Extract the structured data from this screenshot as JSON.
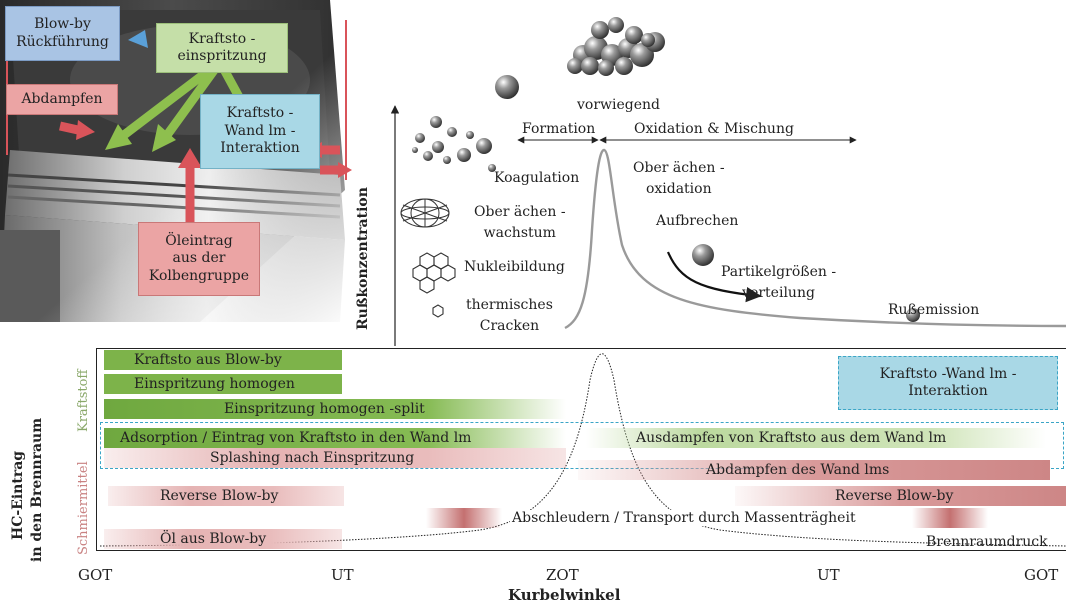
{
  "piston_labels": {
    "blowby": "Blow-by\nRückführung",
    "fuel_injection": "Kraftsto -\neinspritzung",
    "evaporate": "Abdampfen",
    "fuel_wall": "Kraftsto -\nWand lm -\nInteraktion",
    "oil_entry": "Öleintrag\naus der\nKolbengruppe"
  },
  "soot": {
    "y_axis_label": "Rußkonzentration",
    "vorwiegend": "vorwiegend",
    "formation": "Formation",
    "oxidation_mixing": "Oxidation & Mischung",
    "koagulation": "Koagulation",
    "oberflaechenwachstum": "Ober ächen -\nwachstum",
    "nukleibildung": "Nukleibildung",
    "cracken": "thermisches\nCracken",
    "oberflaechenoxidation": "Ober ächen -\noxidation",
    "aufbrechen": "Aufbrechen",
    "partikelgroesse": "Partikelgrößen -\nverteilung",
    "russemission": "Rußemission"
  },
  "hc": {
    "y_axis_label_1": "HC-Eintrag",
    "y_axis_label_2": "in den Brennraum",
    "group_fuel": "Kraftstoff",
    "group_lube": "Schmiermittel",
    "fuel_wall_box": "Kraftsto -Wand lm -\nInteraktion",
    "bars": {
      "fuel_blowby": "Kraftsto  aus Blow-by",
      "inj_homogen": "Einspritzung homogen",
      "inj_homogen_split": "Einspritzung homogen -split",
      "adsorption": "Adsorption / Eintrag von Kraftsto  in den   Wand lm",
      "ausdampfen": "Ausdampfen von Kraftsto  aus dem   Wand lm",
      "splashing": "Splashing nach Einspritzung",
      "abdampfen_wand": "Abdampfen des Wand lms",
      "reverse_left": "Reverse Blow-by",
      "reverse_right": "Reverse Blow-by",
      "abschleudern": "Abschleudern / Transport durch Massenträgheit",
      "oel_blowby": "Öl aus Blow-by"
    },
    "brennraumdruck": "Brennraumdruck"
  },
  "x_axis": {
    "ticks": [
      "GOT",
      "UT",
      "ZOT",
      "UT",
      "GOT"
    ],
    "title": "Kurbelwinkel"
  },
  "colors": {
    "blue_box": "#a9c4e4",
    "green_box": "#c5dfa8",
    "cyan_box": "#a9d8e6",
    "red_box": "#eba4a4",
    "green_bar": "#7db34a",
    "red_bar": "#e3aaaa",
    "arrow_red": "#d9545a",
    "arrow_green": "#8ebf4e"
  }
}
